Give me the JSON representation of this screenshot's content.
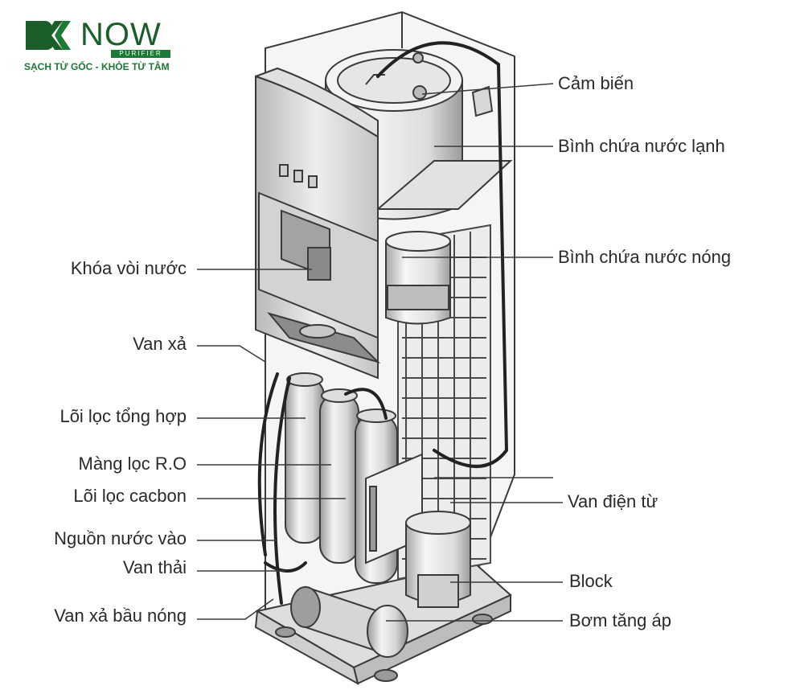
{
  "logo": {
    "brand_mark": "BK",
    "brand_name": "NOW",
    "sub_brand": "PURIFIER",
    "slogan": "SẠCH TỪ GỐC - KHỎE TỪ TÂM",
    "colors": {
      "dark": "#1b5e2a",
      "accent": "#1b7a34"
    }
  },
  "labels_right": [
    {
      "id": "cam-bien",
      "text": "Cảm biến"
    },
    {
      "id": "binh-lanh",
      "text": "Bình chứa nước lạnh"
    },
    {
      "id": "binh-nong",
      "text": "Bình chứa nước nóng"
    },
    {
      "id": "van-dien-tu",
      "text": "Van điện từ"
    },
    {
      "id": "block",
      "text": "Block"
    },
    {
      "id": "bom-tang-ap",
      "text": "Bơm tăng áp"
    }
  ],
  "labels_left": [
    {
      "id": "khoa-voi",
      "text": "Khóa vòi nước"
    },
    {
      "id": "van-xa",
      "text": "Van xả"
    },
    {
      "id": "loi-tong-hop",
      "text": "Lõi lọc tổng hợp"
    },
    {
      "id": "mang-ro",
      "text": "Màng lọc R.O"
    },
    {
      "id": "loi-cacbon",
      "text": "Lõi lọc cacbon"
    },
    {
      "id": "nguon-vao",
      "text": "Nguồn nước vào"
    },
    {
      "id": "van-thai",
      "text": "Van thải"
    },
    {
      "id": "van-xa-bau-nong",
      "text": "Van xả bầu nóng"
    }
  ],
  "colors": {
    "line": "#3a3a3a",
    "metal_light": "#f2f2f2",
    "metal_mid": "#c9c9c9",
    "metal_dark": "#8e8e8e"
  }
}
